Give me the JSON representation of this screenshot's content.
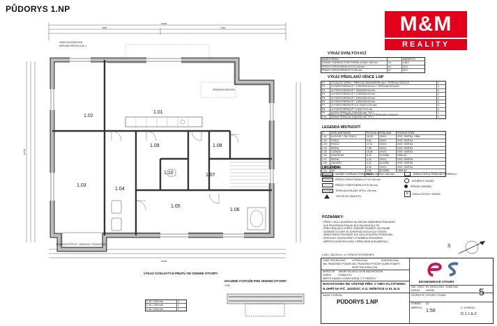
{
  "title": "PŮDORYS 1.NP",
  "logo": {
    "brand_top": "M&M",
    "brand_bottom": "REALITY",
    "red": "#e3001b"
  },
  "rooms": [
    {
      "id": "1.01",
      "label": "1.01"
    },
    {
      "id": "1.02",
      "label": "1.02"
    },
    {
      "id": "1.03",
      "label": "1.03"
    },
    {
      "id": "1.04",
      "label": "1.04"
    },
    {
      "id": "1.05",
      "label": "1.05"
    },
    {
      "id": "1.06",
      "label": "1.06"
    },
    {
      "id": "1.07",
      "label": "1.07"
    },
    {
      "id": "1.08",
      "label": "1.08"
    },
    {
      "id": "1.09",
      "label": "1.09"
    },
    {
      "id": "1.10",
      "label": "1.10"
    }
  ],
  "dims": {
    "top_total": "12000",
    "top_a": "5550",
    "top_b": "6450",
    "left_total": "10750",
    "bottom_total": "12000"
  },
  "plan_notes": {
    "top_left_1": "VENKOVNÍ DRSOVKA",
    "top_left_2": "ZÁPUSNÁ PERGOLA (EL.)",
    "bottom_left": "VENKOVNÍ VÝSTUP + ZÁSUVKA + PODHLEDEM",
    "top_mid": "VENKOVNÍ ZÁSUVKY"
  },
  "walls_table": {
    "title": "VÝKAZ SVISLÝCH KCÍ",
    "headers": [
      "NÁZEV PRVKU",
      "",
      "MNOŽSTVÍ"
    ],
    "rows": [
      [
        "NOSNÉ TVÁRNICE POROTHERM 44 Eko+ 440 mm",
        "m²",
        "148,0"
      ],
      [
        "PŘÍČKY POROTHERM 14 P+D 140 mm",
        "m²",
        "30,0"
      ],
      [
        "PŘÍČKY POROTHERM 8 P+D 80 mm",
        "m²",
        "35,0"
      ]
    ]
  },
  "lintel_table": {
    "title": "VÝKAZ PŘEKLADŮ VĚNCE 1.NP",
    "rows": [
      [
        "P1",
        "ZTUŽUJÍCÍ VĚNEC / PŘEKLAD 3000x250/250 mm + TEPELNÁ IZOLACE",
        "1"
      ],
      [
        "P2",
        "2x POROTHERM KP 7 2750/250/120 mm + TEPELNÁ IZOLACE",
        "2"
      ],
      [
        "P3",
        "2x POROTHERM KP 7 2000/250/120 mm",
        "1"
      ],
      [
        "P4",
        "2x POROTHERM KP 7 1750/250/120 mm",
        "2"
      ],
      [
        "P5",
        "2x POROTHERM KP 7 1500/250/120 mm",
        "3"
      ],
      [
        "P6",
        "2x POROTHERM KP 7 1250/250/120 mm",
        "2"
      ],
      [
        "P7",
        "2x POROTHERM KP 11,5 1250/71/115 mm",
        "4"
      ],
      [
        "P8",
        "1x POROTHERM KP 7 1000/71/70 mm",
        "3"
      ],
      [
        "P9",
        "NOSNÝ PŘEKLAD 1250x250 mm TYP 1",
        "1"
      ],
      [
        "P10",
        "NOSNÝ PŘEKLAD 1250x250 mm TYP 1",
        "1"
      ]
    ],
    "footnote": "VĚNEC POD STŘEŠNÍ KONSTRUKCÍ S TEPELNOU IZOLACÍ"
  },
  "rooms_table": {
    "title": "LEGENDA MÍSTNOSTÍ",
    "headers": [
      "Č.",
      "ÚČEL MÍSTNOSTI",
      "PLOCHA m²",
      "PODLAHA",
      "POVRCH STĚN"
    ],
    "rows": [
      [
        "1.01",
        "KUCHYŇ + OB. POKOJ",
        "38,28",
        "VINYL",
        "VNIT. OMÍTKA, OBKL."
      ],
      [
        "1.02",
        "POKOJ",
        "9,60",
        "VINYL",
        "VNIT. OMÍTKA"
      ],
      [
        "1.03",
        "POKOJ",
        "17,21",
        "VINYL",
        "VNIT. OMÍTKA"
      ],
      [
        "1.04",
        "ŠATNA",
        "7,36",
        "VINYL",
        "VNIT. OMÍTKA"
      ],
      [
        "1.05",
        "LOŽNICE",
        "15,68",
        "VINYL",
        "VNIT. OMÍTKA"
      ],
      [
        "1.06",
        "KOUPELNA",
        "6,00",
        "DLAŽBA",
        "OBKLAD"
      ],
      [
        "1.07",
        "ŠATNA",
        "4,42",
        "VINYL",
        "VNIT. OMÍTKA"
      ],
      [
        "1.08",
        "ZÁDVEŘÍ",
        "4,42",
        "DLAŽBA",
        "VNIT. OMÍTKA"
      ],
      [
        "1.09",
        "CHODBA",
        "5,06",
        "VINYL",
        "VNIT. OMÍTKA"
      ],
      [
        "1.10",
        "WC",
        "1,84",
        "DLAŽBA",
        "OBKLAD"
      ]
    ],
    "total": "93,21"
  },
  "legend": {
    "title": "LEGENDA:",
    "items": [
      {
        "label": "NOSNÉ TVÁRNICE POROTHERM 44 Eko+ 440 mm",
        "color": "#bdbdbd"
      },
      {
        "label": "PŘÍČKY POROTHERM 14 P+D 140 mm",
        "color": "#d9d9d9"
      },
      {
        "label": "PŘÍČKY POROTHERM 8 P+D 80 mm",
        "color": "#ececec"
      },
      {
        "label": "TEPELNÁ IZOLACE XPS tl. 200 mm",
        "color": "#ffffff"
      },
      {
        "label": "VSTUP DO OBJEKTU",
        "color": "#ffffff"
      }
    ],
    "items_right": [
      {
        "label": "ZDROJ TEPLA TEPELNÉ ČERPADLO"
      },
      {
        "label": "KOUŘOVÝ HLÁSIČ"
      },
      {
        "label": "PŘÍVOD ODPADU"
      },
      {
        "label": "VODA VÝSTUP / ODPAD"
      }
    ]
  },
  "notes": {
    "title": "POZNÁMKY:",
    "lines": [
      "- PŘÍČKY JSOU UKONČENY NA ÚROVNI SNÍŽENÉHO PODHLEDU",
      "- KCE PROVEDENÍ PODLAH DLE SKLADEB DLE PD",
      "- PŘED REALIZACÍ OVĚŘIT VEŠKERÉ ROZMĚRY NA STAVBĚ",
      "- VEŠKERÉ OTVORY VE STROPNÍCH KCÍCH DLE STATIKY",
      "- ZEMNÍ PRÁCE PROVÁDĚT DLE GEOLOGICKÉHO PRŮZKUMU",
      "- PROSTUPY ZDIVEM ŘEŠIT V PRŮBĚHU PROVÁDĚNÍ",
      "- MĚŘÍTKO ZKONTROLOVAT V PŘÍSLUŠNÉ DOKUMENTACI"
    ]
  },
  "bottom_left": {
    "schedule_title": "VÝKAZ OCELOVÝCH PRUTŮ OD OKENNÍ OTVORY:",
    "schedule_rows": [
      [
        "D 16 / 1200 mm",
        "4"
      ],
      [
        "D 16 / 1500 mm",
        "4"
      ],
      [
        "D 16 / 1900 mm",
        "2"
      ]
    ],
    "detail_title": "OSAZENÍ VÝZTUŽE POD OKENNÍ OTVORY",
    "detail_scale": "1:50"
  },
  "title_block": {
    "coords": "0,000 = 252,90 m n. m. VÝŠKOVÝ SYSTÉM BPV",
    "row1": [
      "ZODP. PROJEKTANT",
      "VYPRACOVAL",
      "KONTROLOVAL"
    ],
    "row2": [
      "ING. FRANTIŠEK PTÁČEK",
      "ING. FRANTIŠEK PTÁČEK",
      "OLDŘICH MARTÍ"
    ],
    "row3": [
      "KRISTÝNA HYBELOVÁ"
    ],
    "investor_label": "INVESTOR",
    "investor": "JAKUB TOLLAR & LUCIE MACHÁČKOVÁ",
    "place_label": "OKRES",
    "place": "CHOMUTOV",
    "site": "MĚSTO A NÁZEV STAVBY/ÚZEMÍ, Č.P. PARCELY",
    "project": "NOVOSTAVBA RD VČETNĚ PŘÍS. V OBCI KLÁŠTEREC",
    "parcel": "N.OHŘÍ NA P.Č. 1610/237, K.Ú. MIŠETICE U KL.N.O.",
    "drawing_label": "NÁZEV VÝKRESU",
    "drawing": "PŮDORYS 1.NP",
    "company": "EKONOMICKÉ STAVBY",
    "zak_label": "ZAK. ČÍSLO",
    "zak": "E3 1000/11 2024 - 21425-3/06",
    "date_label": "DATUM",
    "date": "04/2025",
    "stage_label": "STUPEŇ PD",
    "stage": "PROJEKT STAVBY",
    "scale_label": "MĚŘÍTKO",
    "scale": "1:50",
    "format_label": "FORMÁT",
    "format": "A3",
    "sheet_label": "Č. VÝKRESU",
    "sheet": "D.1.1.b.2",
    "big_number": "5"
  },
  "north": "S"
}
